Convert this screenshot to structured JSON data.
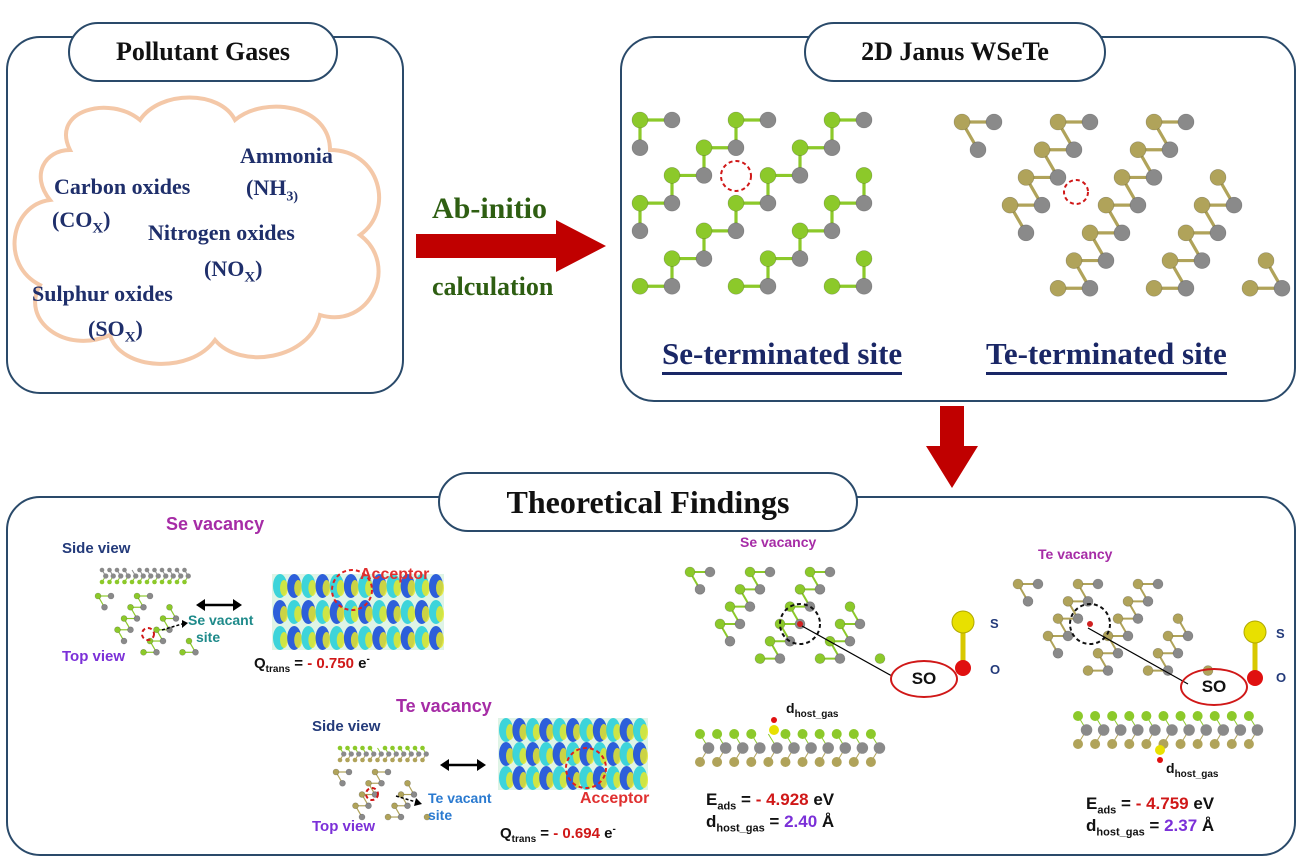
{
  "pollutant_panel": {
    "title": "Pollutant Gases",
    "ammonia": "Ammonia",
    "ammonia_formula": "(NH",
    "ammonia_sub": "3)",
    "ammonia_close": ")",
    "carbon": "Carbon oxides",
    "carbon_formula": "(CO",
    "carbon_sub": "X",
    "carbon_close": ")",
    "nitrogen": "Nitrogen oxides",
    "nitrogen_formula": "(NO",
    "nitrogen_sub": "X",
    "nitrogen_close": ")",
    "sulphur": "Sulphur oxides",
    "sulphur_formula": "(SO",
    "sulphur_sub": "X",
    "sulphur_close": ")"
  },
  "process": {
    "line1": "Ab-initio",
    "line2": "calculation",
    "arrow_color": "#c00000",
    "text_color": "#2e5e12"
  },
  "janus_panel": {
    "title": "2D Janus WSeTe",
    "se_site": "Se-terminated site",
    "te_site": "Te-terminated site"
  },
  "findings_panel": {
    "title": "Theoretical Findings",
    "left": {
      "se_vacancy": "Se vacancy",
      "side_view": "Side view",
      "top_view": "Top view",
      "se_vacant": "Se vacant",
      "site": "site",
      "acceptor": "Acceptor",
      "q_label": "Q",
      "q_sub": "trans",
      "q_eq": " = ",
      "q_value": "- 0.750",
      "q_unit": " e",
      "q_sup": "-"
    },
    "middle": {
      "te_vacancy": "Te vacancy",
      "side_view": "Side view",
      "top_view": "Top view",
      "te_vacant": "Te vacant",
      "site": "site",
      "acceptor": "Acceptor",
      "q_label": "Q",
      "q_sub": "trans",
      "q_eq": " = ",
      "q_value": "- 0.694",
      "q_unit": " e",
      "q_sup": "-"
    },
    "se_result": {
      "title": "Se vacancy",
      "molecule": "SO",
      "atom_s": "S",
      "atom_o": "O",
      "d_label": "d",
      "d_sub": "host_gas",
      "e_label": "E",
      "e_sub": "ads",
      "e_eq": " = ",
      "e_value": "- 4.928",
      "e_unit": " eV",
      "dist_label": "d",
      "dist_sub": "host_gas",
      "dist_eq": " = ",
      "dist_value": "2.40",
      "dist_unit": " Å"
    },
    "te_result": {
      "title": "Te vacancy",
      "molecule": "SO",
      "atom_s": "S",
      "atom_o": "O",
      "d_label": "d",
      "d_sub": "host_gas",
      "e_label": "E",
      "e_sub": "ads",
      "e_eq": " = ",
      "e_value": "- 4.759",
      "e_unit": " eV",
      "dist_label": "d",
      "dist_sub": "host_gas",
      "dist_eq": " = ",
      "dist_value": "2.37",
      "dist_unit": " Å"
    }
  },
  "colors": {
    "se_atom": "#8cc92a",
    "te_atom": "#b0a35a",
    "w_atom": "#8a8a8a",
    "cloud": "#f4c8a8",
    "panel_border": "#2a4a6a",
    "arrow": "#c00000"
  }
}
